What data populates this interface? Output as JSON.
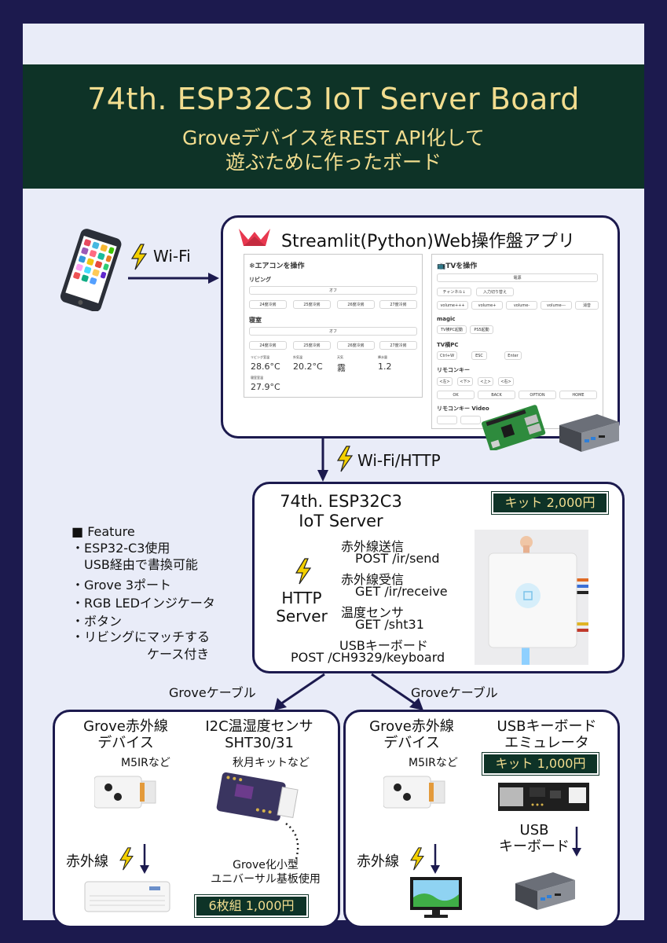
{
  "header": {
    "title": "74th. ESP32C3 IoT Server Board",
    "subtitle": "GroveデバイスをREST API化して\n遊ぶために作ったボード"
  },
  "wifi_label": "Wi-Fi",
  "wifi_http_label": "Wi-Fi/HTTP",
  "streamlit": {
    "title": "Streamlit(Python)Web操作盤アプリ",
    "aircon": {
      "title": "❄エアコンを操作",
      "living": "リビング",
      "off": "オフ",
      "modes": [
        "24度冷房",
        "25度冷房",
        "26度冷房",
        "27度冷房"
      ],
      "bedroom": "寝室",
      "stats": [
        {
          "label": "リビング室温",
          "value": "28.6°C"
        },
        {
          "label": "外気温",
          "value": "20.2°C"
        },
        {
          "label": "天気",
          "value": "霧"
        },
        {
          "label": "降水量",
          "value": "1.2"
        }
      ],
      "bedroom_temp_label": "寝室室温",
      "bedroom_temp": "27.9°C"
    },
    "tv": {
      "title": "📺TVを操作",
      "power": "電源",
      "row1": [
        "チャンネル↓",
        "入力切り替え"
      ],
      "volume": [
        "volume+++",
        "volume+",
        "volume-",
        "volume---",
        "消音"
      ],
      "magic": "magic",
      "magic_btns": [
        "TV横PC起動",
        "PS5起動"
      ],
      "tvpc": "TV横PC",
      "tvpc_btns": [
        "Ctrl+W",
        "ESC",
        "Enter"
      ],
      "remote": "リモコンキー",
      "arrows": [
        "<左>",
        "<下>",
        "<上>",
        "<右>"
      ],
      "keys": [
        "OK",
        "BACK",
        "OPTION",
        "HOME"
      ],
      "remote_video": "リモコンキー Video"
    }
  },
  "server": {
    "title": "74th. ESP32C3\nIoT Server",
    "kit": "キット 2,000円",
    "http": "HTTP\nServer",
    "apis": [
      {
        "name": "赤外線送信",
        "endpoint": "POST /ir/send"
      },
      {
        "name": "赤外線受信",
        "endpoint": "GET /ir/receive"
      },
      {
        "name": "温度センサ",
        "endpoint": "GET /sht31"
      },
      {
        "name": "USBキーボード",
        "endpoint": "POST /CH9329/keyboard"
      }
    ]
  },
  "feature": {
    "heading": "■ Feature",
    "items": [
      "・ESP32-C3使用\n　USB経由で書換可能",
      "・Grove 3ポート",
      "・RGB LEDインジケータ",
      "・ボタン",
      "・リビングにマッチする\n　　　　　　ケース付き"
    ]
  },
  "grove_cable_left": "Groveケーブル",
  "grove_cable_right": "Groveケーブル",
  "left_box": {
    "ir_title": "Grove赤外線\nデバイス",
    "ir_note": "M5IRなど",
    "ir_label": "赤外線",
    "sht_title": "I2C温湿度センサ\nSHT30/31",
    "sht_note": "秋月キットなど",
    "board_note": "Grove化小型\nユニバーサル基板使用",
    "board_price": "6枚組 1,000円"
  },
  "right_box": {
    "ir_title": "Grove赤外線\nデバイス",
    "ir_note": "M5IRなど",
    "ir_label": "赤外線",
    "usb_title": "USBキーボード\nエミュレータ",
    "usb_kit": "キット 1,000円",
    "usb_keyboard": "USB\nキーボード"
  },
  "colors": {
    "navy": "#1c1a4e",
    "dark_green": "#0e3327",
    "gold": "#f2dd8f",
    "bolt": "#f3d000"
  }
}
